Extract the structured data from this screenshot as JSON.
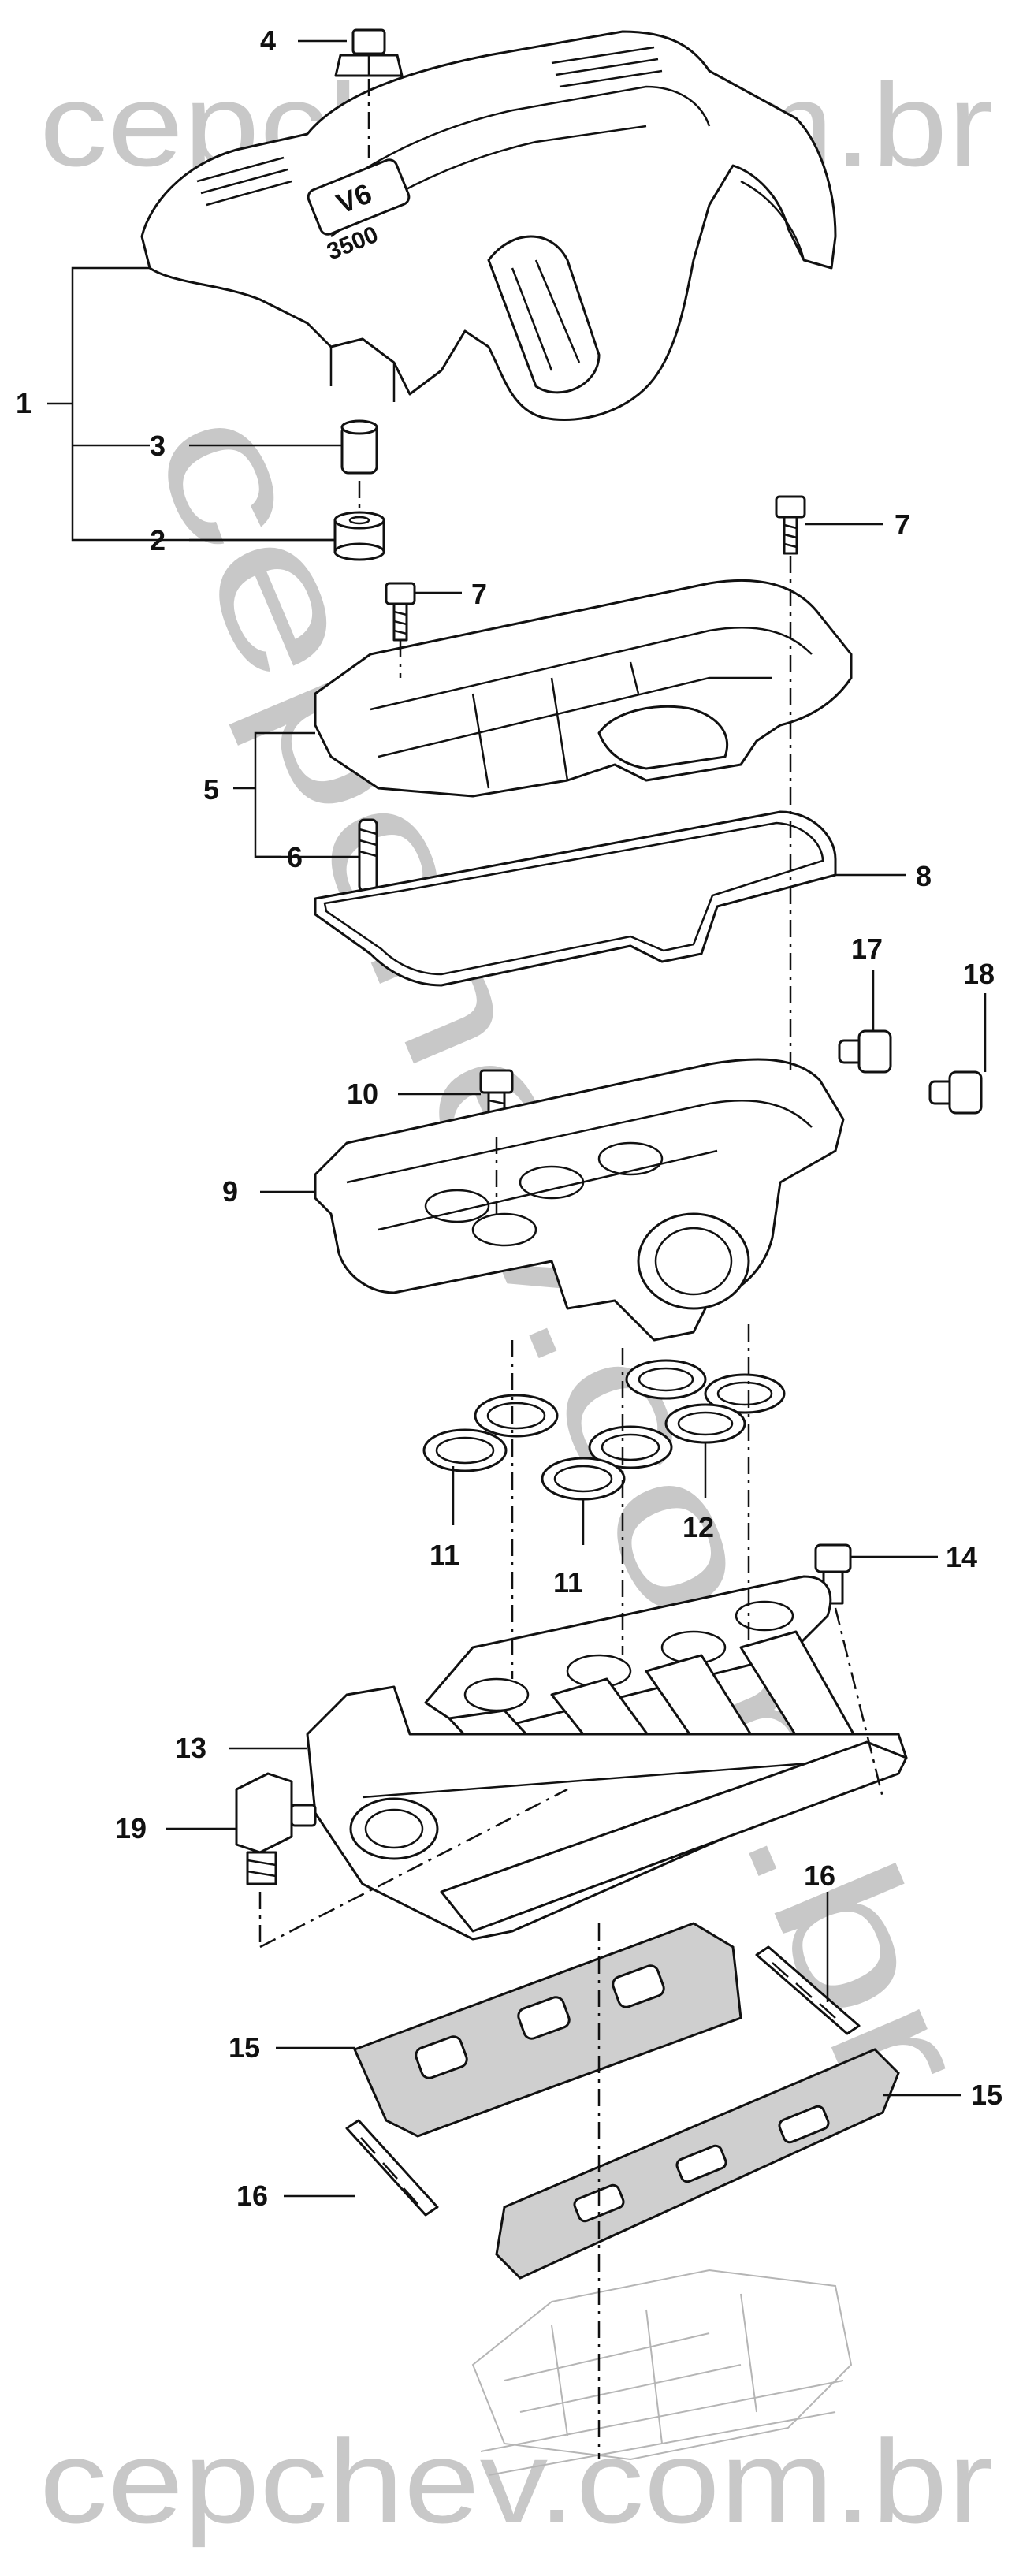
{
  "watermark": {
    "top": "cepchev.com.br",
    "bottom": "cepchev.com.br",
    "diagonal": "cepchev.com.br"
  },
  "cover_logo": "V6",
  "cover_number": "3500",
  "callouts": [
    {
      "id": "c4",
      "label": "4"
    },
    {
      "id": "c1",
      "label": "1"
    },
    {
      "id": "c3",
      "label": "3"
    },
    {
      "id": "c2",
      "label": "2"
    },
    {
      "id": "c7a",
      "label": "7"
    },
    {
      "id": "c7b",
      "label": "7"
    },
    {
      "id": "c5",
      "label": "5"
    },
    {
      "id": "c6",
      "label": "6"
    },
    {
      "id": "c8",
      "label": "8"
    },
    {
      "id": "c17",
      "label": "17"
    },
    {
      "id": "c18",
      "label": "18"
    },
    {
      "id": "c10",
      "label": "10"
    },
    {
      "id": "c9",
      "label": "9"
    },
    {
      "id": "c11a",
      "label": "11"
    },
    {
      "id": "c11b",
      "label": "11"
    },
    {
      "id": "c12",
      "label": "12"
    },
    {
      "id": "c14",
      "label": "14"
    },
    {
      "id": "c13",
      "label": "13"
    },
    {
      "id": "c19",
      "label": "19"
    },
    {
      "id": "c16a",
      "label": "16"
    },
    {
      "id": "c15a",
      "label": "15"
    },
    {
      "id": "c15b",
      "label": "15"
    },
    {
      "id": "c16b",
      "label": "16"
    }
  ]
}
